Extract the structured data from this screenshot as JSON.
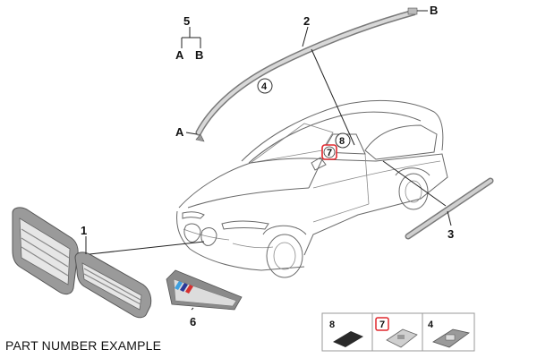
{
  "diagram": {
    "callouts": {
      "c1": "1",
      "c2": "2",
      "c3": "3",
      "c4": "4",
      "c5": "5",
      "c6": "6",
      "c7": "7",
      "c8": "8",
      "a_top": "A",
      "b_top": "B",
      "a_left": "A",
      "b_right": "B"
    },
    "legend": {
      "items": [
        {
          "label": "8"
        },
        {
          "label": "7"
        },
        {
          "label": "4"
        }
      ]
    },
    "caption": "PART NUMBER EXAMPLE",
    "colors": {
      "highlight": "#e0282e",
      "m_blue_light": "#3da0e0",
      "m_blue_dark": "#2a3a9a",
      "m_red": "#d63030"
    }
  }
}
